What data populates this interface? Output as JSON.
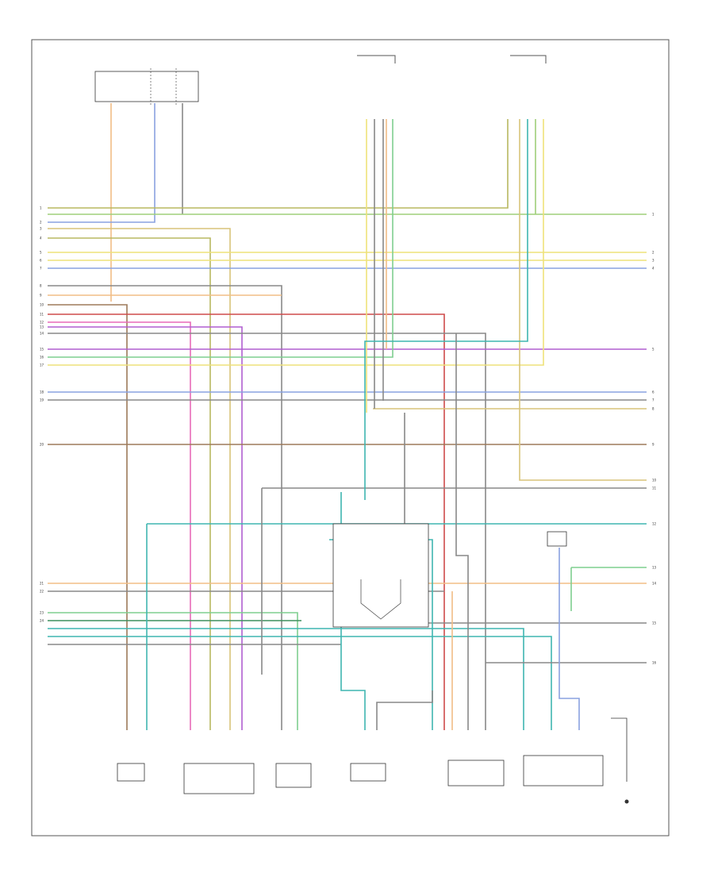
{
  "diagram": {
    "page_label": "",
    "left_pin_numbers": [
      "1",
      "2",
      "3",
      "4",
      "5",
      "6",
      "7",
      "8",
      "9",
      "10",
      "11",
      "12",
      "13",
      "14",
      "15",
      "16",
      "17",
      "18",
      "19",
      "20",
      "21",
      "22",
      "23",
      "24"
    ],
    "right_pin_numbers": [
      "1",
      "2",
      "3",
      "4",
      "5",
      "6",
      "7",
      "8",
      "9",
      "10",
      "11",
      "12",
      "13",
      "14",
      "15",
      "16"
    ],
    "components": [
      {
        "key": "fuse_box",
        "label": ""
      },
      {
        "key": "conn_top_mid",
        "label": ""
      },
      {
        "key": "conn_top_right",
        "label": ""
      },
      {
        "key": "comp_b1",
        "label": ""
      },
      {
        "key": "comp_b2",
        "label": ""
      },
      {
        "key": "comp_b3",
        "label": ""
      },
      {
        "key": "comp_b4",
        "label": ""
      },
      {
        "key": "comp_b5",
        "label": ""
      },
      {
        "key": "comp_b6",
        "label": ""
      }
    ],
    "colors": {
      "tan": "#d9c47a",
      "green": "#9fcf7a",
      "yellow": "#eee27a",
      "blue": "#8aa2e0",
      "orange": "#f2bd85",
      "red": "#cf4b4b",
      "pink": "#e86ab8",
      "violet": "#b05fd0",
      "teal": "#3fb6b0",
      "gray": "#888888",
      "olive": "#b8b860",
      "brown": "#9d7a5a",
      "lightgreen": "#7fcf8f",
      "darkgreen": "#3f8f5f"
    }
  }
}
